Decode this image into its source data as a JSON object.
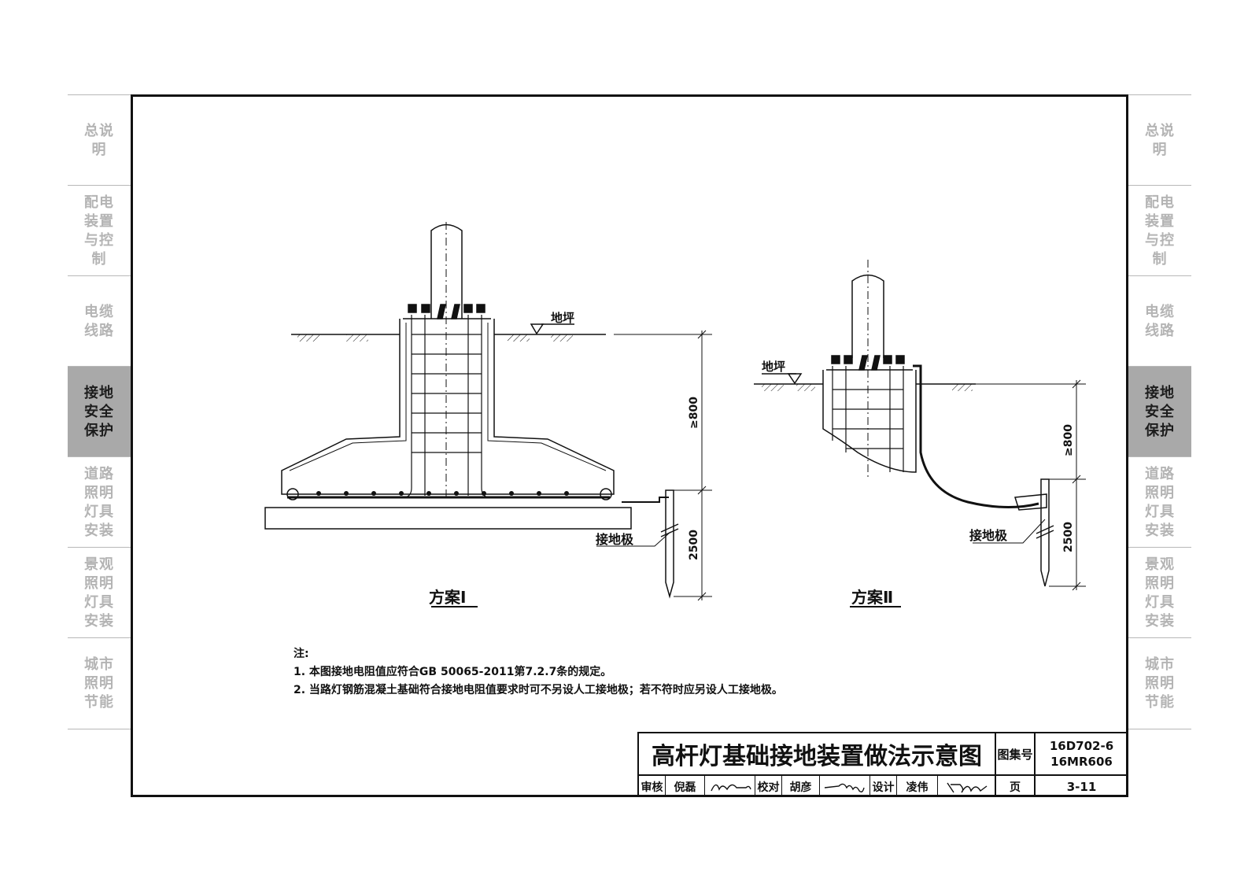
{
  "left_tabs": [
    {
      "label": "总说明",
      "active": false
    },
    {
      "label": "配电装置与控制",
      "active": false
    },
    {
      "label": "电缆线路",
      "active": false
    },
    {
      "label": "接地安全保护",
      "active": true
    },
    {
      "label": "道路照明灯具安装",
      "active": false
    },
    {
      "label": "景观照明灯具安装",
      "active": false
    },
    {
      "label": "城市照明节能",
      "active": false
    }
  ],
  "right_tabs": [
    {
      "label": "总说明",
      "active": false
    },
    {
      "label": "配电装置与控制",
      "active": false
    },
    {
      "label": "电缆线路",
      "active": false
    },
    {
      "label": "接地安全保护",
      "active": true
    },
    {
      "label": "道路照明灯具安装",
      "active": false
    },
    {
      "label": "景观照明灯具安装",
      "active": false
    },
    {
      "label": "城市照明节能",
      "active": false
    }
  ],
  "scheme1": {
    "title": "方案Ⅰ",
    "ground_label": "地坪",
    "electrode_label": "接地极",
    "dim_top": "≥800",
    "dim_bottom": "2500"
  },
  "scheme2": {
    "title": "方案Ⅱ",
    "ground_label": "地坪",
    "electrode_label": "接地极",
    "dim_top": "≥800",
    "dim_bottom": "2500"
  },
  "notes": {
    "heading": "注:",
    "items": [
      "1. 本图接地电阻值应符合GB 50065-2011第7.2.7条的规定。",
      "2. 当路灯钢筋混凝土基础符合接地电阻值要求时可不另设人工接地极；若不符时应另设人工接地极。"
    ]
  },
  "title_block": {
    "drawing_title": "高杆灯基础接地装置做法示意图",
    "atlas_no_label": "图集号",
    "atlas_no_1": "16D702-6",
    "atlas_no_2": "16MR606",
    "review_label": "审核",
    "reviewer": "倪磊",
    "check_label": "校对",
    "checker": "胡彦",
    "design_label": "设计",
    "designer": "凌伟",
    "page_label": "页",
    "page_no": "3-11"
  }
}
